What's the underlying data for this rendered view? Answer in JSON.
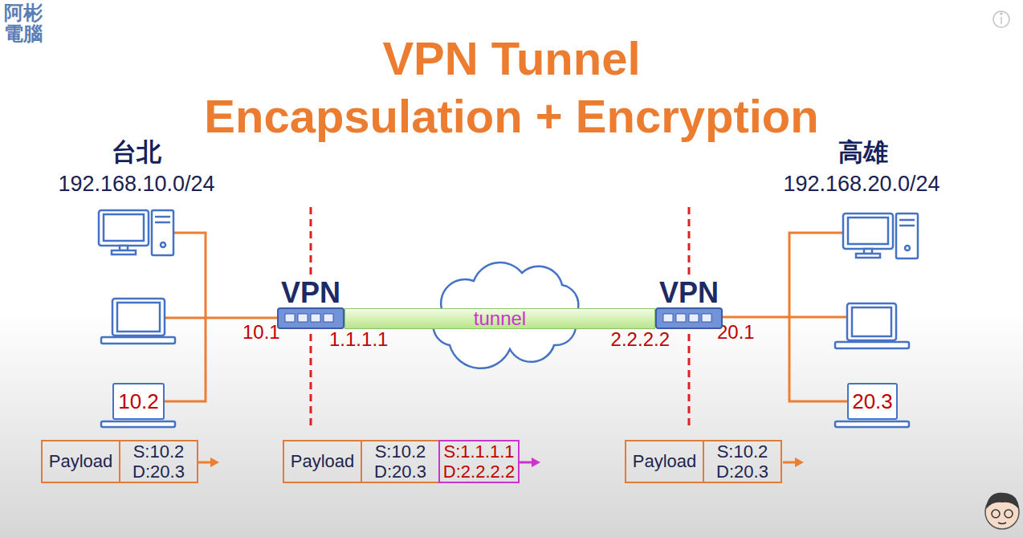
{
  "diagram": {
    "title": "VPN Tunnel",
    "nodes": [
      {
        "text": [
          "VPN"
        ]
      },
      {
        "text": [
          "tunnel"
        ]
      },
      {
        "text": [
          "VPN"
        ]
      },
      {
        "text": [
          "10.2"
        ]
      },
      {
        "text": [
          "20.3"
        ]
      },
      {
        "text": [
          "Payload"
        ]
      },
      {
        "text": [
          "S:10.2 D:20.3"
        ]
      },
      {
        "text": [
          "Payload"
        ]
      },
      {
        "text": [
          "S:10.2 D:20.3"
        ]
      },
      {
        "text": [
          "S:1.1.1.1 D:2.2.2.2"
        ]
      },
      {
        "text": [
          "Payload"
        ]
      },
      {
        "text": [
          "S:10.2 D:20.3"
        ]
      }
    ],
    "edges": [
      {
        "from": 3,
        "to": 0,
        "arrow": "none"
      },
      {
        "from": 2,
        "to": 4,
        "arrow": "none"
      }
    ],
    "labels": [
      "阿彬電腦",
      "Encapsulation + Encryption",
      "台北",
      "192.168.10.0/24",
      "高雄",
      "192.168.20.0/24",
      "10.1",
      "1.1.1.1",
      "2.2.2.2",
      "20.1"
    ]
  }
}
